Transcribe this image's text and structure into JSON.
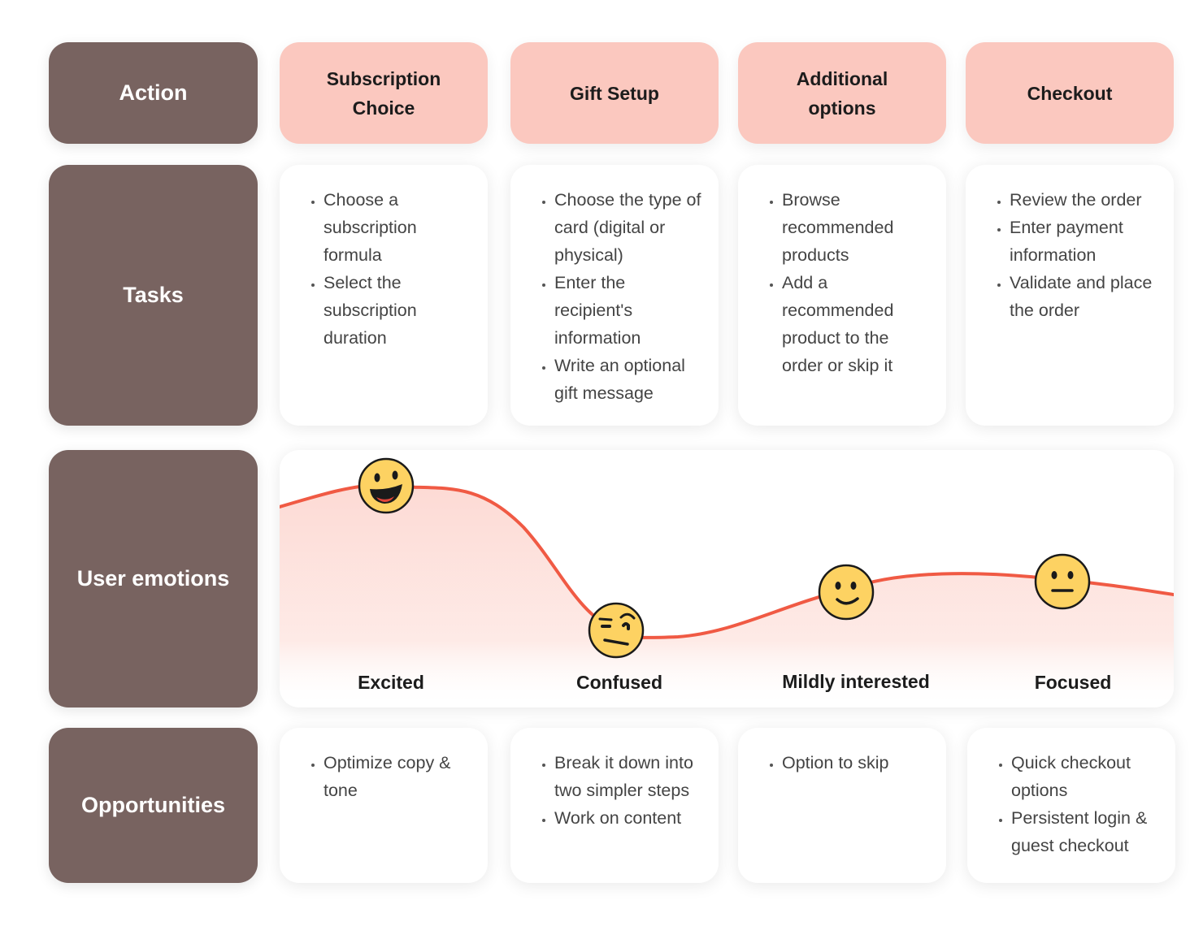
{
  "row_labels": {
    "action": "Action",
    "tasks": "Tasks",
    "emotions": "User emotions",
    "opportunities": "Opportunities"
  },
  "stages": [
    {
      "name": "Subscription Choice",
      "tasks": [
        "Choose a subscription formula",
        "Select the subscription duration"
      ],
      "opportunities": [
        "Optimize copy & tone"
      ]
    },
    {
      "name": "Gift Setup",
      "tasks": [
        "Choose the type of card (digital or physical)",
        "Enter the recipient's information",
        "Write an optional gift message"
      ],
      "opportunities": [
        "Break it down into two simpler steps",
        "Work on content"
      ]
    },
    {
      "name": "Additional options",
      "tasks": [
        "Browse recommended products",
        "Add a recommended product to the order or skip it"
      ],
      "opportunities": [
        "Option to skip"
      ]
    },
    {
      "name": "Checkout",
      "tasks": [
        "Review the order",
        "Enter payment information",
        "Validate and place the order"
      ],
      "opportunities": [
        "Quick checkout options",
        "Persistent login & guest checkout"
      ]
    }
  ],
  "emotions": [
    {
      "label": "Excited",
      "face": "grinning-face-icon"
    },
    {
      "label": "Confused",
      "face": "raised-eyebrow-face-icon"
    },
    {
      "label": "Mildly interested",
      "face": "slightly-smiling-face-icon"
    },
    {
      "label": "Focused",
      "face": "neutral-face-icon"
    }
  ],
  "colors": {
    "label_bg": "#786360",
    "stage_bg": "#fbc8bf",
    "curve": "#f05a44",
    "curve_fill": "#fde0dc",
    "face": "#fdd262",
    "face_stroke": "#1a1a1a"
  }
}
